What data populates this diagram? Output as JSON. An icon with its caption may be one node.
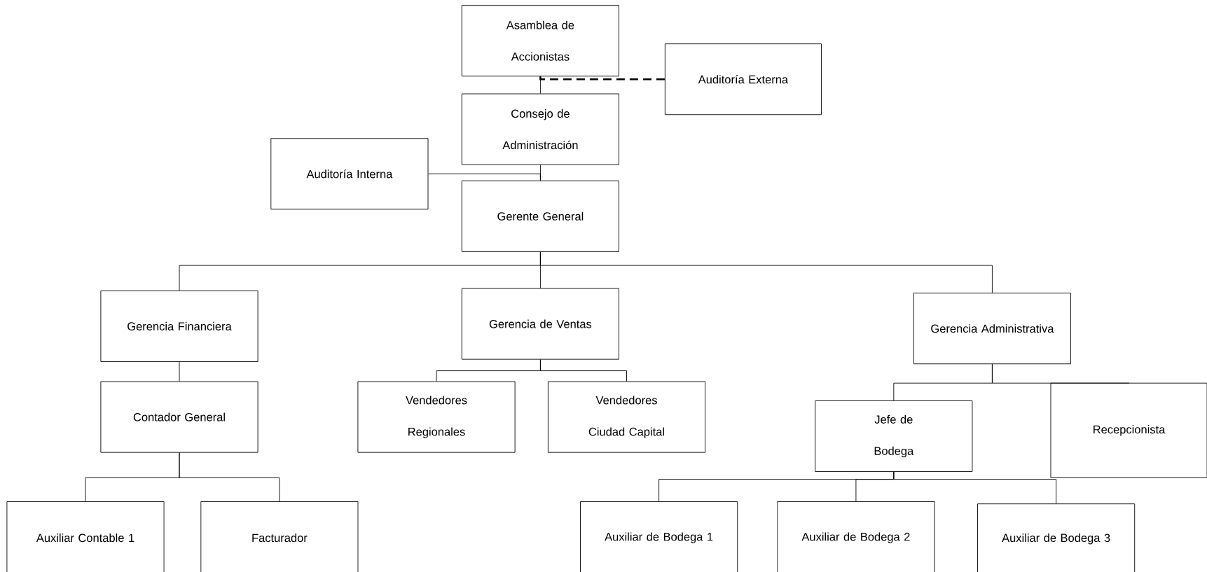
{
  "diagram": {
    "nodes": [
      {
        "text": [
          "Asamblea de Accionistas"
        ]
      },
      {
        "text": [
          "Auditoría Externa"
        ]
      },
      {
        "text": [
          "Consejo de Administración"
        ]
      },
      {
        "text": [
          "Auditoría Interna"
        ]
      },
      {
        "text": [
          "Gerente General"
        ]
      },
      {
        "text": [
          "Gerencia Financiera"
        ]
      },
      {
        "text": [
          "Gerencia de Ventas"
        ]
      },
      {
        "text": [
          "Gerencia Administrativa"
        ]
      },
      {
        "text": [
          "Contador General"
        ]
      },
      {
        "text": [
          "Vendedores Regionales"
        ]
      },
      {
        "text": [
          "Vendedores Ciudad Capital"
        ]
      },
      {
        "text": [
          "Jefe de Bodega"
        ]
      },
      {
        "text": [
          "Recepcionista"
        ]
      },
      {
        "text": [
          "Auxiliar Contable 1"
        ]
      },
      {
        "text": [
          "Facturador"
        ]
      },
      {
        "text": [
          "Auxiliar de Bodega 1"
        ]
      },
      {
        "text": [
          "Auxiliar de Bodega 2"
        ]
      },
      {
        "text": [
          "Auxiliar de Bodega 3"
        ]
      }
    ],
    "edges": [
      {
        "from": 0,
        "to": 2,
        "arrow": "none"
      },
      {
        "from": 1,
        "to": 0,
        "arrow": "none",
        "style": "dashed"
      },
      {
        "from": 3,
        "to": 4,
        "arrow": "none"
      },
      {
        "from": 2,
        "to": 4,
        "arrow": "none"
      },
      {
        "from": 4,
        "to": 5,
        "arrow": "none"
      },
      {
        "from": 4,
        "to": 6,
        "arrow": "none"
      },
      {
        "from": 4,
        "to": 7,
        "arrow": "none"
      },
      {
        "from": 5,
        "to": 8,
        "arrow": "none"
      },
      {
        "from": 6,
        "to": 9,
        "arrow": "none"
      },
      {
        "from": 6,
        "to": 10,
        "arrow": "none"
      },
      {
        "from": 7,
        "to": 11,
        "arrow": "none"
      },
      {
        "from": 7,
        "to": 12,
        "arrow": "none"
      },
      {
        "from": 8,
        "to": 13,
        "arrow": "none"
      },
      {
        "from": 8,
        "to": 14,
        "arrow": "none"
      },
      {
        "from": 11,
        "to": 15,
        "arrow": "none"
      },
      {
        "from": 11,
        "to": 16,
        "arrow": "none"
      },
      {
        "from": 11,
        "to": 17,
        "arrow": "none"
      }
    ]
  }
}
